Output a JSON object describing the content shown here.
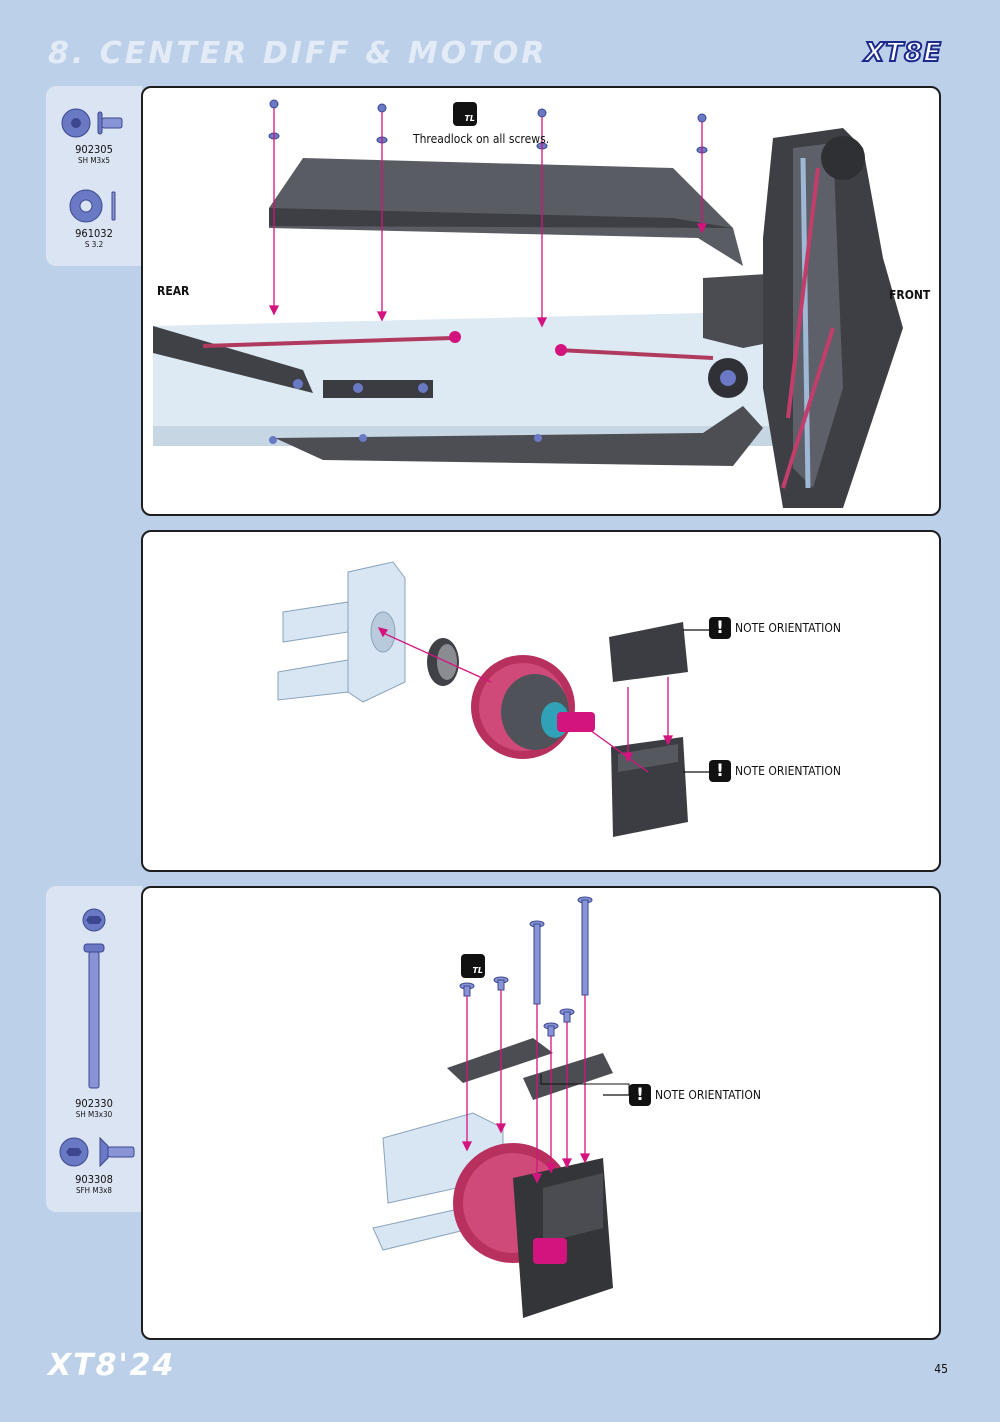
{
  "header": {
    "section_title": "8. CENTER DIFF & MOTOR",
    "brand": "XT8E"
  },
  "footer": {
    "brand": "XT8'24",
    "page_number": "45"
  },
  "steps": [
    {
      "parts": [
        {
          "code": "902305",
          "size": "SH M3x5",
          "icon": "button-head-screw-icon"
        },
        {
          "code": "961032",
          "size": "S 3.2",
          "icon": "washer-icon"
        }
      ],
      "threadlock_badge": "TL",
      "threadlock_note": "Threadlock on all screws.",
      "rear_label": "REAR",
      "front_label": "FRONT"
    },
    {
      "notes": [
        "NOTE ORIENTATION",
        "NOTE ORIENTATION"
      ]
    },
    {
      "parts": [
        {
          "code": "902330",
          "size": "SH M3x30",
          "icon": "long-screw-icon"
        },
        {
          "code": "903308",
          "size": "SFH M3x8",
          "icon": "flat-head-screw-icon"
        }
      ],
      "threadlock_badge": "TL",
      "notes": [
        "NOTE ORIENTATION"
      ]
    }
  ],
  "colors": {
    "background": "#bcd0ea",
    "accent_magenta": "#d4147e",
    "part_blue": "#6a79c4"
  }
}
